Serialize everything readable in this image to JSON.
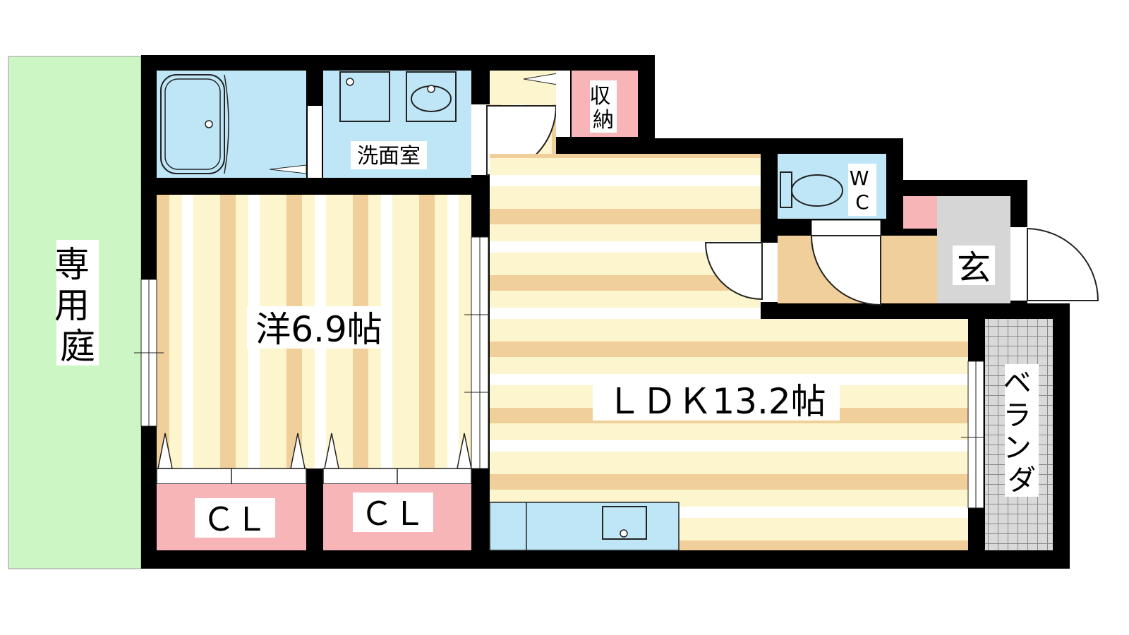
{
  "rooms": {
    "garden": "専用庭",
    "western_room": "洋6.9帖",
    "ldk": "ＬＤＫ13.2帖",
    "washroom": "洗面室",
    "storage": [
      "収",
      "納"
    ],
    "wc": [
      "W",
      "C"
    ],
    "entrance": "玄",
    "balcony": [
      "ベ",
      "ラ",
      "ン",
      "ダ"
    ],
    "closet_1": "ＣＬ",
    "closet_2": "ＣＬ"
  },
  "colors": {
    "wall": "#000000",
    "garden": "#ccf7c4",
    "floor_light": "#fcf5cd",
    "floor_stripe": "#f1cf9a",
    "wet_area": "#bfe6f7",
    "closet": "#f8b5b8",
    "entrance_floor": "#d6d6d6",
    "balcony_grid": "#9a9a9a"
  }
}
